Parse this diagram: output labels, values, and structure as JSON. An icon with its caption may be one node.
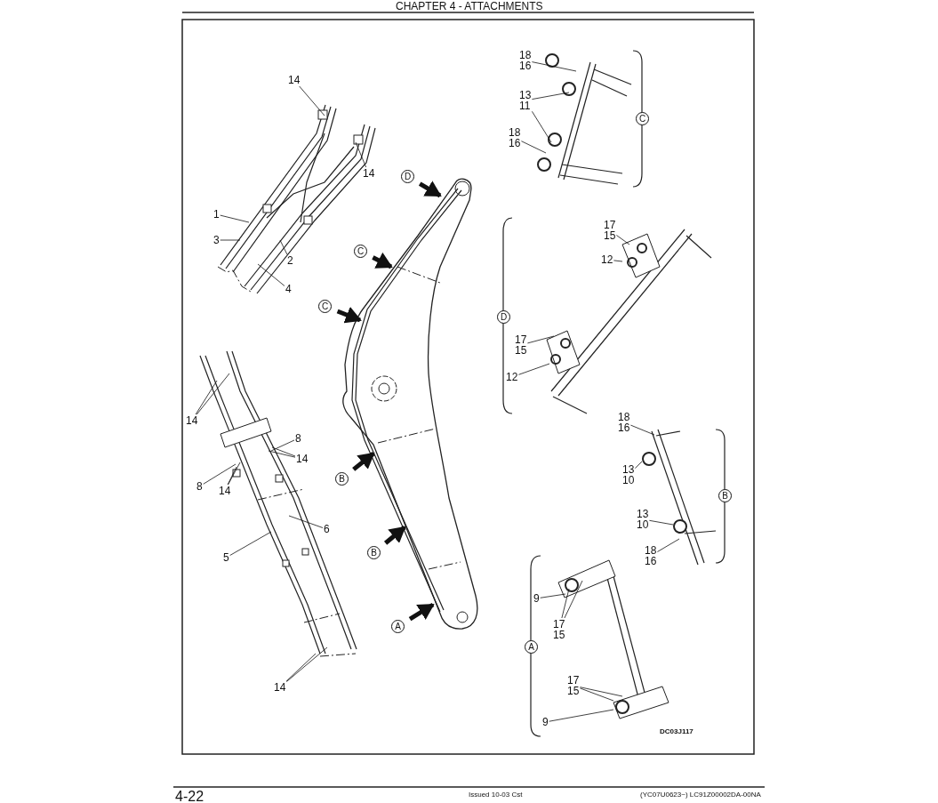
{
  "diagram": {
    "nodes": [
      {
        "text": [
          "14"
        ]
      },
      {
        "text": [
          "18",
          "16"
        ]
      },
      {
        "text": [
          "13",
          "11"
        ]
      },
      {
        "text": [
          "14"
        ]
      },
      {
        "text": [
          "D"
        ]
      },
      {
        "text": [
          "18",
          "16"
        ]
      },
      {
        "text": [
          "1"
        ]
      },
      {
        "text": [
          "17",
          "15"
        ]
      },
      {
        "text": [
          "3"
        ]
      },
      {
        "text": [
          "C"
        ]
      },
      {
        "text": [
          "12"
        ]
      },
      {
        "text": [
          "2"
        ]
      },
      {
        "text": [
          "4"
        ]
      },
      {
        "text": [
          "C"
        ]
      },
      {
        "text": [
          "17",
          "15"
        ]
      },
      {
        "text": [
          "12"
        ]
      },
      {
        "text": [
          "14"
        ]
      },
      {
        "text": [
          "18",
          "16"
        ]
      },
      {
        "text": [
          "8"
        ]
      },
      {
        "text": [
          "14"
        ]
      },
      {
        "text": [
          "B"
        ]
      },
      {
        "text": [
          "13",
          "10"
        ]
      },
      {
        "text": [
          "8"
        ]
      },
      {
        "text": [
          "14"
        ]
      },
      {
        "text": [
          "6"
        ]
      },
      {
        "text": [
          "13",
          "10"
        ]
      },
      {
        "text": [
          "B"
        ]
      },
      {
        "text": [
          "5"
        ]
      },
      {
        "text": [
          "18",
          "16"
        ]
      },
      {
        "text": [
          "9"
        ]
      },
      {
        "text": [
          "A"
        ]
      },
      {
        "text": [
          "17",
          "15"
        ]
      },
      {
        "text": [
          "17",
          "15"
        ]
      },
      {
        "text": [
          "14"
        ]
      },
      {
        "text": [
          "9"
        ]
      },
      {
        "text": [],
        "shape": "picture"
      },
      {
        "text": [
          "C"
        ]
      },
      {
        "text": [
          "D"
        ]
      },
      {
        "text": [
          "B"
        ]
      },
      {
        "text": [
          "A"
        ]
      }
    ],
    "edges": [
      {
        "from": 0,
        "to": null,
        "arrow": "none"
      },
      {
        "from": 1,
        "to": null,
        "arrow": "none"
      },
      {
        "from": 2,
        "to": null,
        "arrow": "none"
      },
      {
        "from": 2,
        "to": null,
        "arrow": "none"
      },
      {
        "from": 3,
        "to": null,
        "arrow": "none"
      },
      {
        "from": 4,
        "to": 35,
        "arrow": "to",
        "style": "thick"
      },
      {
        "from": 5,
        "to": null,
        "arrow": "none"
      },
      {
        "from": 6,
        "to": null,
        "arrow": "none"
      },
      {
        "from": 7,
        "to": null,
        "arrow": "none"
      },
      {
        "from": 8,
        "to": null,
        "arrow": "none"
      },
      {
        "from": 9,
        "to": 35,
        "arrow": "to",
        "style": "thick"
      },
      {
        "from": 10,
        "to": null,
        "arrow": "none"
      },
      {
        "from": 11,
        "to": null,
        "arrow": "none"
      },
      {
        "from": 12,
        "to": null,
        "arrow": "none"
      },
      {
        "from": 13,
        "to": 35,
        "arrow": "to",
        "style": "thick"
      },
      {
        "from": 14,
        "to": null,
        "arrow": "none"
      },
      {
        "from": 15,
        "to": null,
        "arrow": "none"
      },
      {
        "from": 16,
        "to": null,
        "arrow": "none"
      },
      {
        "from": 16,
        "to": null,
        "arrow": "none"
      },
      {
        "from": 17,
        "to": null,
        "arrow": "none"
      },
      {
        "from": 18,
        "to": null,
        "arrow": "none"
      },
      {
        "from": 19,
        "to": null,
        "arrow": "none"
      },
      {
        "from": 19,
        "to": null,
        "arrow": "none"
      },
      {
        "from": 20,
        "to": 35,
        "arrow": "to",
        "style": "thick"
      },
      {
        "from": 21,
        "to": null,
        "arrow": "none"
      },
      {
        "from": 22,
        "to": null,
        "arrow": "none"
      },
      {
        "from": 23,
        "to": null,
        "arrow": "none"
      },
      {
        "from": 23,
        "to": null,
        "arrow": "none"
      },
      {
        "from": 24,
        "to": null,
        "arrow": "none"
      },
      {
        "from": 25,
        "to": null,
        "arrow": "none"
      },
      {
        "from": 26,
        "to": 35,
        "arrow": "to",
        "style": "thick"
      },
      {
        "from": 27,
        "to": null,
        "arrow": "none"
      },
      {
        "from": 28,
        "to": null,
        "arrow": "none"
      },
      {
        "from": 29,
        "to": null,
        "arrow": "none"
      },
      {
        "from": 30,
        "to": 35,
        "arrow": "to",
        "style": "thick"
      },
      {
        "from": 31,
        "to": null,
        "arrow": "none"
      },
      {
        "from": 31,
        "to": null,
        "arrow": "none"
      },
      {
        "from": 32,
        "to": null,
        "arrow": "none"
      },
      {
        "from": 32,
        "to": null,
        "arrow": "none"
      },
      {
        "from": 33,
        "to": null,
        "arrow": "none"
      },
      {
        "from": 33,
        "to": null,
        "arrow": "none"
      },
      {
        "from": 34,
        "to": null,
        "arrow": "none"
      }
    ],
    "labels": [
      "CHAPTER 4 - ATTACHMENTS",
      "DC03J117",
      "4-22",
      "Issued 10-03 Cst",
      "(YC07U0623~) LC91Z00002DA-00NA"
    ]
  }
}
